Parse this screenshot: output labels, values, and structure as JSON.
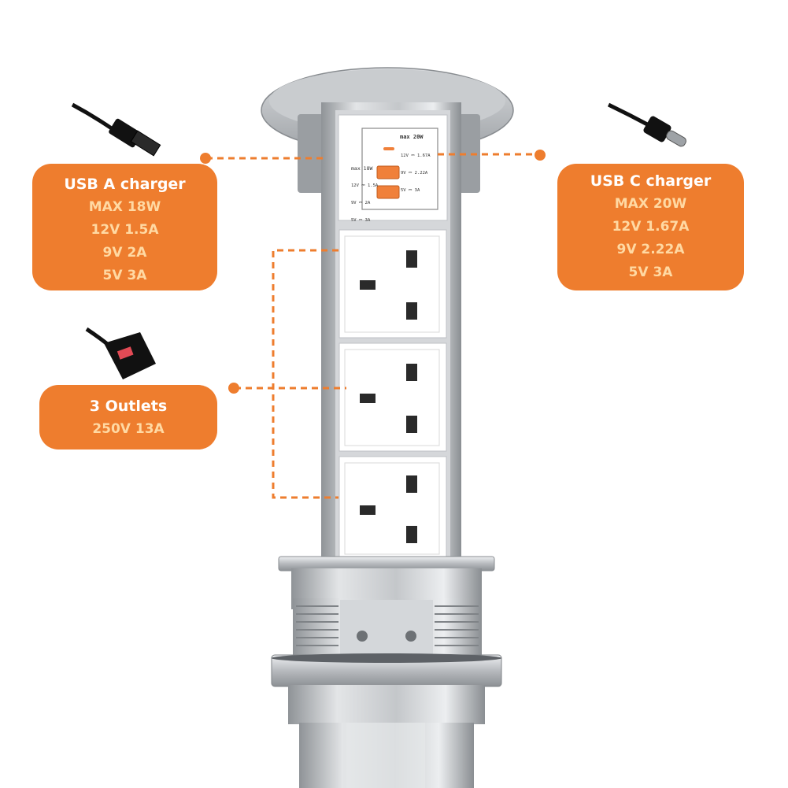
{
  "callouts": {
    "usb_a": {
      "title": "USB A charger",
      "specs": [
        "MAX 18W",
        "12V 1.5A",
        "9V 2A",
        "5V 3A"
      ]
    },
    "usb_c": {
      "title": "USB C charger",
      "specs": [
        "MAX 20W",
        "12V 1.67A",
        "9V 2.22A",
        "5V 3A"
      ]
    },
    "outlets": {
      "title": "3 Outlets",
      "specs": [
        "250V 13A"
      ]
    }
  },
  "panel_print": {
    "usb_c_max": "max 20W",
    "usb_c_lines": [
      "12V ⎓ 1.67A",
      "9V ⎓ 2.22A",
      "5V ⎓ 3A"
    ],
    "usb_a_max": "max 18W",
    "usb_a_lines": [
      "12V ⎓ 1.5A",
      "9V ⎓ 2A",
      "5V ⎓ 3A"
    ]
  },
  "colors": {
    "accent": "#ee7d2e",
    "spec_text": "#ffd9a3",
    "title_text": "#ffffff",
    "usb_port": "#f0803a",
    "steel": "#b9bcc0"
  }
}
